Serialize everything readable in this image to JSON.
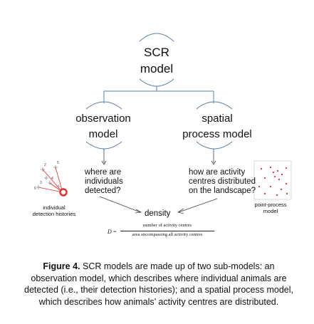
{
  "diagram": {
    "root": {
      "label_line1": "SCR",
      "label_line2": "model"
    },
    "observation": {
      "label_line1": "observation",
      "label_line2": "model",
      "question": [
        "where are",
        "individuals",
        "detected?"
      ],
      "figure_label": [
        "individual",
        "detection histories"
      ],
      "trap_numbers": [
        "2",
        "5",
        "3",
        "6",
        "4"
      ]
    },
    "spatial": {
      "label_line1": "spatial",
      "label_line2": "process model",
      "question": [
        "how are activity",
        "centres distributed",
        "on the landscape?"
      ],
      "figure_label": [
        "point-process",
        "model"
      ]
    },
    "density": "density",
    "formula": {
      "symbol": "D",
      "equals": "=",
      "numerator": "number of activity centres",
      "denominator": "area encompassing all activity centres"
    },
    "colors": {
      "line": "#5b7fa6",
      "arrow": "#444444",
      "accent": "#e03030",
      "cross": "#888888"
    }
  },
  "caption": {
    "label": "Figure 4.",
    "text": " SCR models are made up of two sub-models: an observation model, which describes where individual animals are detected (i.e., their detection histories); and a spatial process model, which describes how animals’ activity centres are distributed."
  }
}
